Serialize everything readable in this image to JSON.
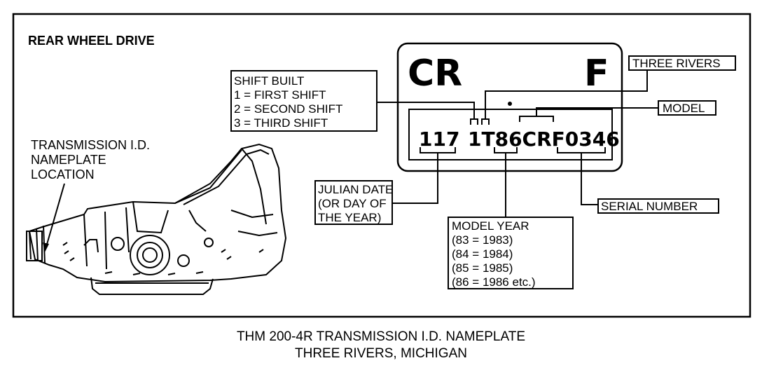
{
  "header": {
    "title": "REAR WHEEL DRIVE"
  },
  "location_note": {
    "lines": [
      "TRANSMISSION I.D.",
      "NAMEPLATE",
      "LOCATION"
    ]
  },
  "nameplate": {
    "prefix": "CR",
    "suffix": "F",
    "julian": "117",
    "code": "1T86CRF0346"
  },
  "callouts": {
    "shift_built": {
      "lines": [
        "SHIFT BUILT",
        "1 = FIRST SHIFT",
        "2 = SECOND SHIFT",
        "3 = THIRD SHIFT"
      ]
    },
    "three_rivers": {
      "label": "THREE RIVERS"
    },
    "model": {
      "label": "MODEL"
    },
    "julian_date": {
      "lines": [
        "JULIAN DATE",
        "(OR DAY OF",
        "THE YEAR)"
      ]
    },
    "serial_number": {
      "label": "SERIAL NUMBER"
    },
    "model_year": {
      "lines": [
        "MODEL YEAR",
        "(83 = 1983)",
        "(84 = 1984)",
        "(85 = 1985)",
        "(86 = 1986 etc.)"
      ]
    }
  },
  "caption": {
    "line1": "THM 200-4R TRANSMISSION I.D. NAMEPLATE",
    "line2": "THREE RIVERS, MICHIGAN"
  }
}
